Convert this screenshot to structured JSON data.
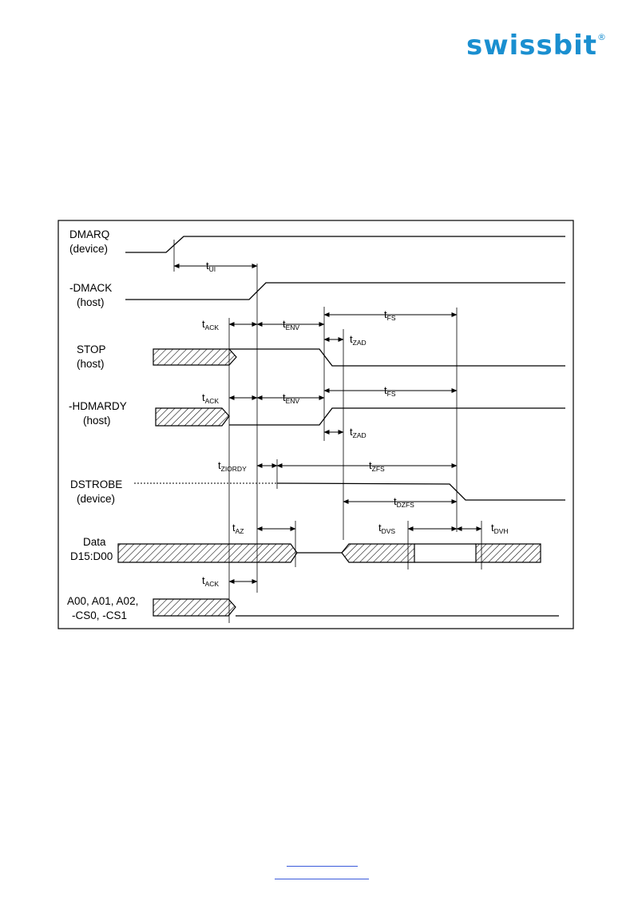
{
  "header": {
    "brand": "swissbit",
    "registered": "®",
    "brand_color": "#1a8fd0"
  },
  "signals": {
    "dmarq": [
      "DMARQ",
      "(device)"
    ],
    "dmack": [
      "-DMACK",
      "(host)"
    ],
    "stop": [
      "STOP",
      "(host)"
    ],
    "hdmardy": [
      "-HDMARDY",
      "(host)"
    ],
    "dstrobe": [
      "DSTROBE",
      "(device)"
    ],
    "data": [
      "Data",
      "D15:D00"
    ],
    "addr": [
      "A00, A01, A02,",
      "-CS0, -CS1"
    ]
  },
  "timings": {
    "t_ui": {
      "main": "t",
      "sub": "UI"
    },
    "t_ack_stop": {
      "main": "t",
      "sub": "ACK"
    },
    "t_env_stop": {
      "main": "t",
      "sub": "ENV"
    },
    "t_fs_stop": {
      "main": "t",
      "sub": "FS"
    },
    "t_zad_stop": {
      "main": "t",
      "sub": "ZAD"
    },
    "t_ack_hdm": {
      "main": "t",
      "sub": "ACK"
    },
    "t_env_hdm": {
      "main": "t",
      "sub": "ENV"
    },
    "t_fs_hdm": {
      "main": "t",
      "sub": "FS"
    },
    "t_zad_hdm": {
      "main": "t",
      "sub": "ZAD"
    },
    "t_ziordy": {
      "main": "t",
      "sub": "ZIORDY"
    },
    "t_zfs": {
      "main": "t",
      "sub": "ZFS"
    },
    "t_dzfs": {
      "main": "t",
      "sub": "DZFS"
    },
    "t_az": {
      "main": "t",
      "sub": "AZ"
    },
    "t_dvs": {
      "main": "t",
      "sub": "DVS"
    },
    "t_dvh": {
      "main": "t",
      "sub": "DVH"
    },
    "t_ack_addr": {
      "main": "t",
      "sub": "ACK"
    }
  }
}
